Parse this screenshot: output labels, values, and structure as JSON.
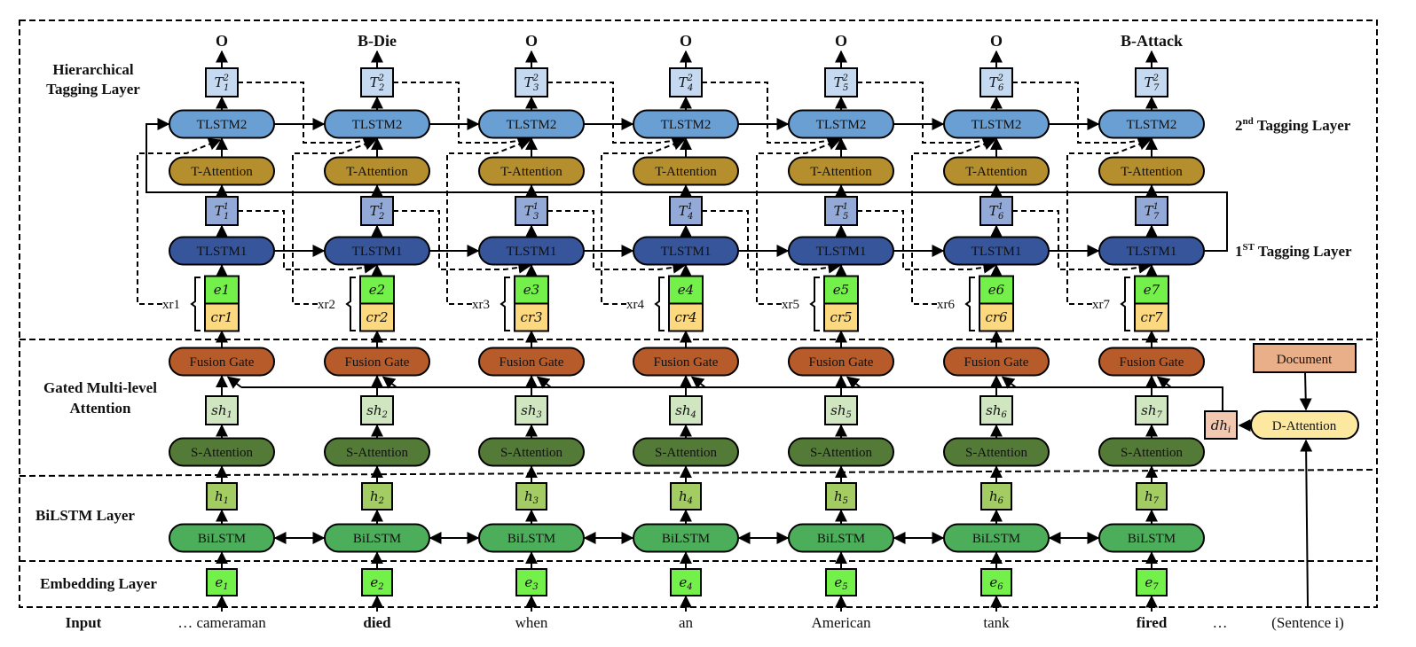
{
  "title": "Hierarchical tagging architecture with gated multi-level attention",
  "layers": {
    "hierarchical": "Hierarchical Tagging Layer",
    "hierarchical_line1": "Hierarchical",
    "hierarchical_line2": "Tagging  Layer",
    "gated_line1": "Gated Multi-level",
    "gated_line2": "Attention",
    "bilstm": "BiLSTM Layer",
    "embedding": "Embedding Layer",
    "input": "Input",
    "second_tagging": {
      "prefix": "2",
      "sup": "nd",
      "suffix": " Tagging Layer"
    },
    "first_tagging": {
      "prefix": "1",
      "sup": "ST",
      "suffix": " Tagging Layer"
    }
  },
  "node_labels": {
    "tlstm2": "TLSTM2",
    "t_attention": "T-Attention",
    "tlstm1": "TLSTM1",
    "fusion_gate": "Fusion Gate",
    "s_attention": "S-Attention",
    "bilstm": "BiLSTM",
    "document": "Document",
    "d_attention": "D-Attention",
    "dh": "dh",
    "dh_sub": "i"
  },
  "columns": [
    {
      "index": "1",
      "output": "O",
      "word": "… cameraman",
      "word_bold": false,
      "xr": "xr1"
    },
    {
      "index": "2",
      "output": "B-Die",
      "word": "died",
      "word_bold": true,
      "xr": "xr2"
    },
    {
      "index": "3",
      "output": "O",
      "word": "when",
      "word_bold": false,
      "xr": "xr3"
    },
    {
      "index": "4",
      "output": "O",
      "word": "an",
      "word_bold": false,
      "xr": "xr4"
    },
    {
      "index": "5",
      "output": "O",
      "word": "American",
      "word_bold": false,
      "xr": "xr5"
    },
    {
      "index": "6",
      "output": "O",
      "word": "tank",
      "word_bold": false,
      "xr": "xr6"
    },
    {
      "index": "7",
      "output": "B-Attack",
      "word": "fired",
      "word_bold": true,
      "xr": "xr7"
    }
  ],
  "trailing_input": {
    "ellipsis": "…",
    "sentence": "(Sentence i)"
  },
  "colors": {
    "tlstm2": "#6a9fd4",
    "t_box2": "#c5d9f0",
    "t_attention": "#b58f2e",
    "t_box1": "#93aad8",
    "tlstm1": "#37559a",
    "e_green": "#74f04a",
    "cr_yellow": "#fcd97f",
    "fusion_gate": "#b65b29",
    "sh_box": "#cfe6c0",
    "s_attention": "#547a37",
    "h_box": "#a3cd63",
    "bilstm": "#4cae5a",
    "document": "#e9af89",
    "d_attention": "#fde8a0",
    "dh_box": "#f2c8b0"
  }
}
